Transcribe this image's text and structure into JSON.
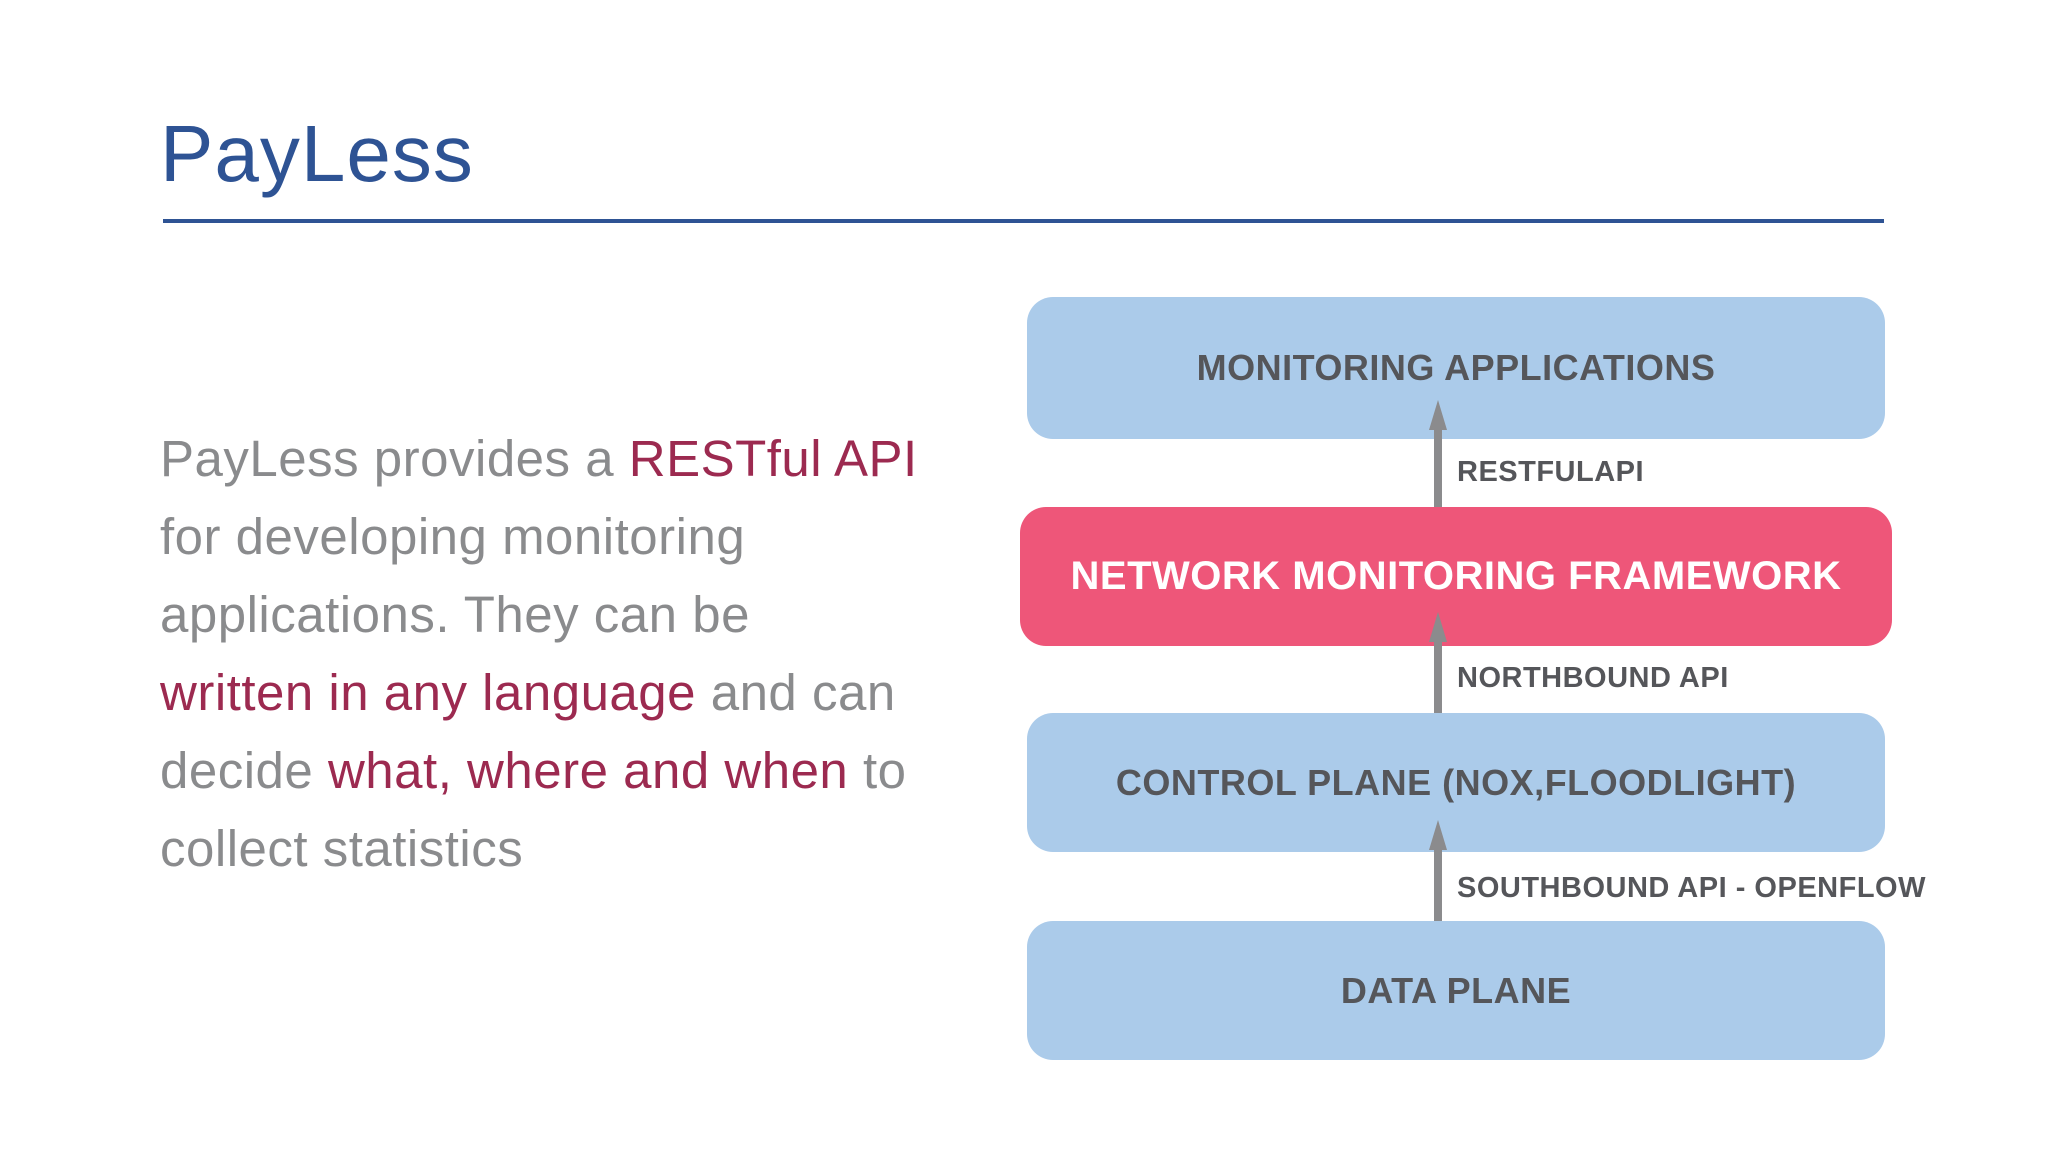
{
  "slide": {
    "title": "PayLess"
  },
  "body": {
    "lines": [
      {
        "segments": [
          {
            "text": "PayLess provides a ",
            "style": "gray"
          },
          {
            "text": "RESTful API",
            "style": "accent"
          }
        ]
      },
      {
        "segments": [
          {
            "text": "for developing monitoring",
            "style": "gray"
          }
        ]
      },
      {
        "segments": [
          {
            "text": "applications. They can be",
            "style": "gray"
          }
        ]
      },
      {
        "segments": [
          {
            "text": "written in any language",
            "style": "accent"
          },
          {
            "text": " and can",
            "style": "gray"
          }
        ]
      },
      {
        "segments": [
          {
            "text": "decide ",
            "style": "gray"
          },
          {
            "text": "what, where and when",
            "style": "accent"
          },
          {
            "text": " to",
            "style": "gray"
          }
        ]
      },
      {
        "segments": [
          {
            "text": "collect statistics",
            "style": "gray"
          }
        ]
      }
    ]
  },
  "diagram": {
    "layers": [
      {
        "label": "MONITORING APPLICATIONS",
        "variant": "blue"
      },
      {
        "label": "NETWORK MONITORING FRAMEWORK",
        "variant": "pink"
      },
      {
        "label": "CONTROL PLANE (NOX,FLOODLIGHT)",
        "variant": "blue"
      },
      {
        "label": "DATA PLANE",
        "variant": "blue"
      }
    ],
    "links": [
      {
        "label": "RESTFULAPI"
      },
      {
        "label": "NORTHBOUND API"
      },
      {
        "label": "SOUTHBOUND API - OPENFLOW"
      }
    ]
  },
  "colors": {
    "title_blue": "#2E5394",
    "underline_blue": "#2E5394",
    "body_gray": "#8A8B8D",
    "accent_crimson": "#9C2A50",
    "box_blue": "#ABCBEA",
    "box_pink": "#EE5679",
    "box_text_gray": "#55565A",
    "box_text_white": "#FFFFFF",
    "arrow_gray": "#8B8B8D",
    "link_label_gray": "#55565A"
  }
}
